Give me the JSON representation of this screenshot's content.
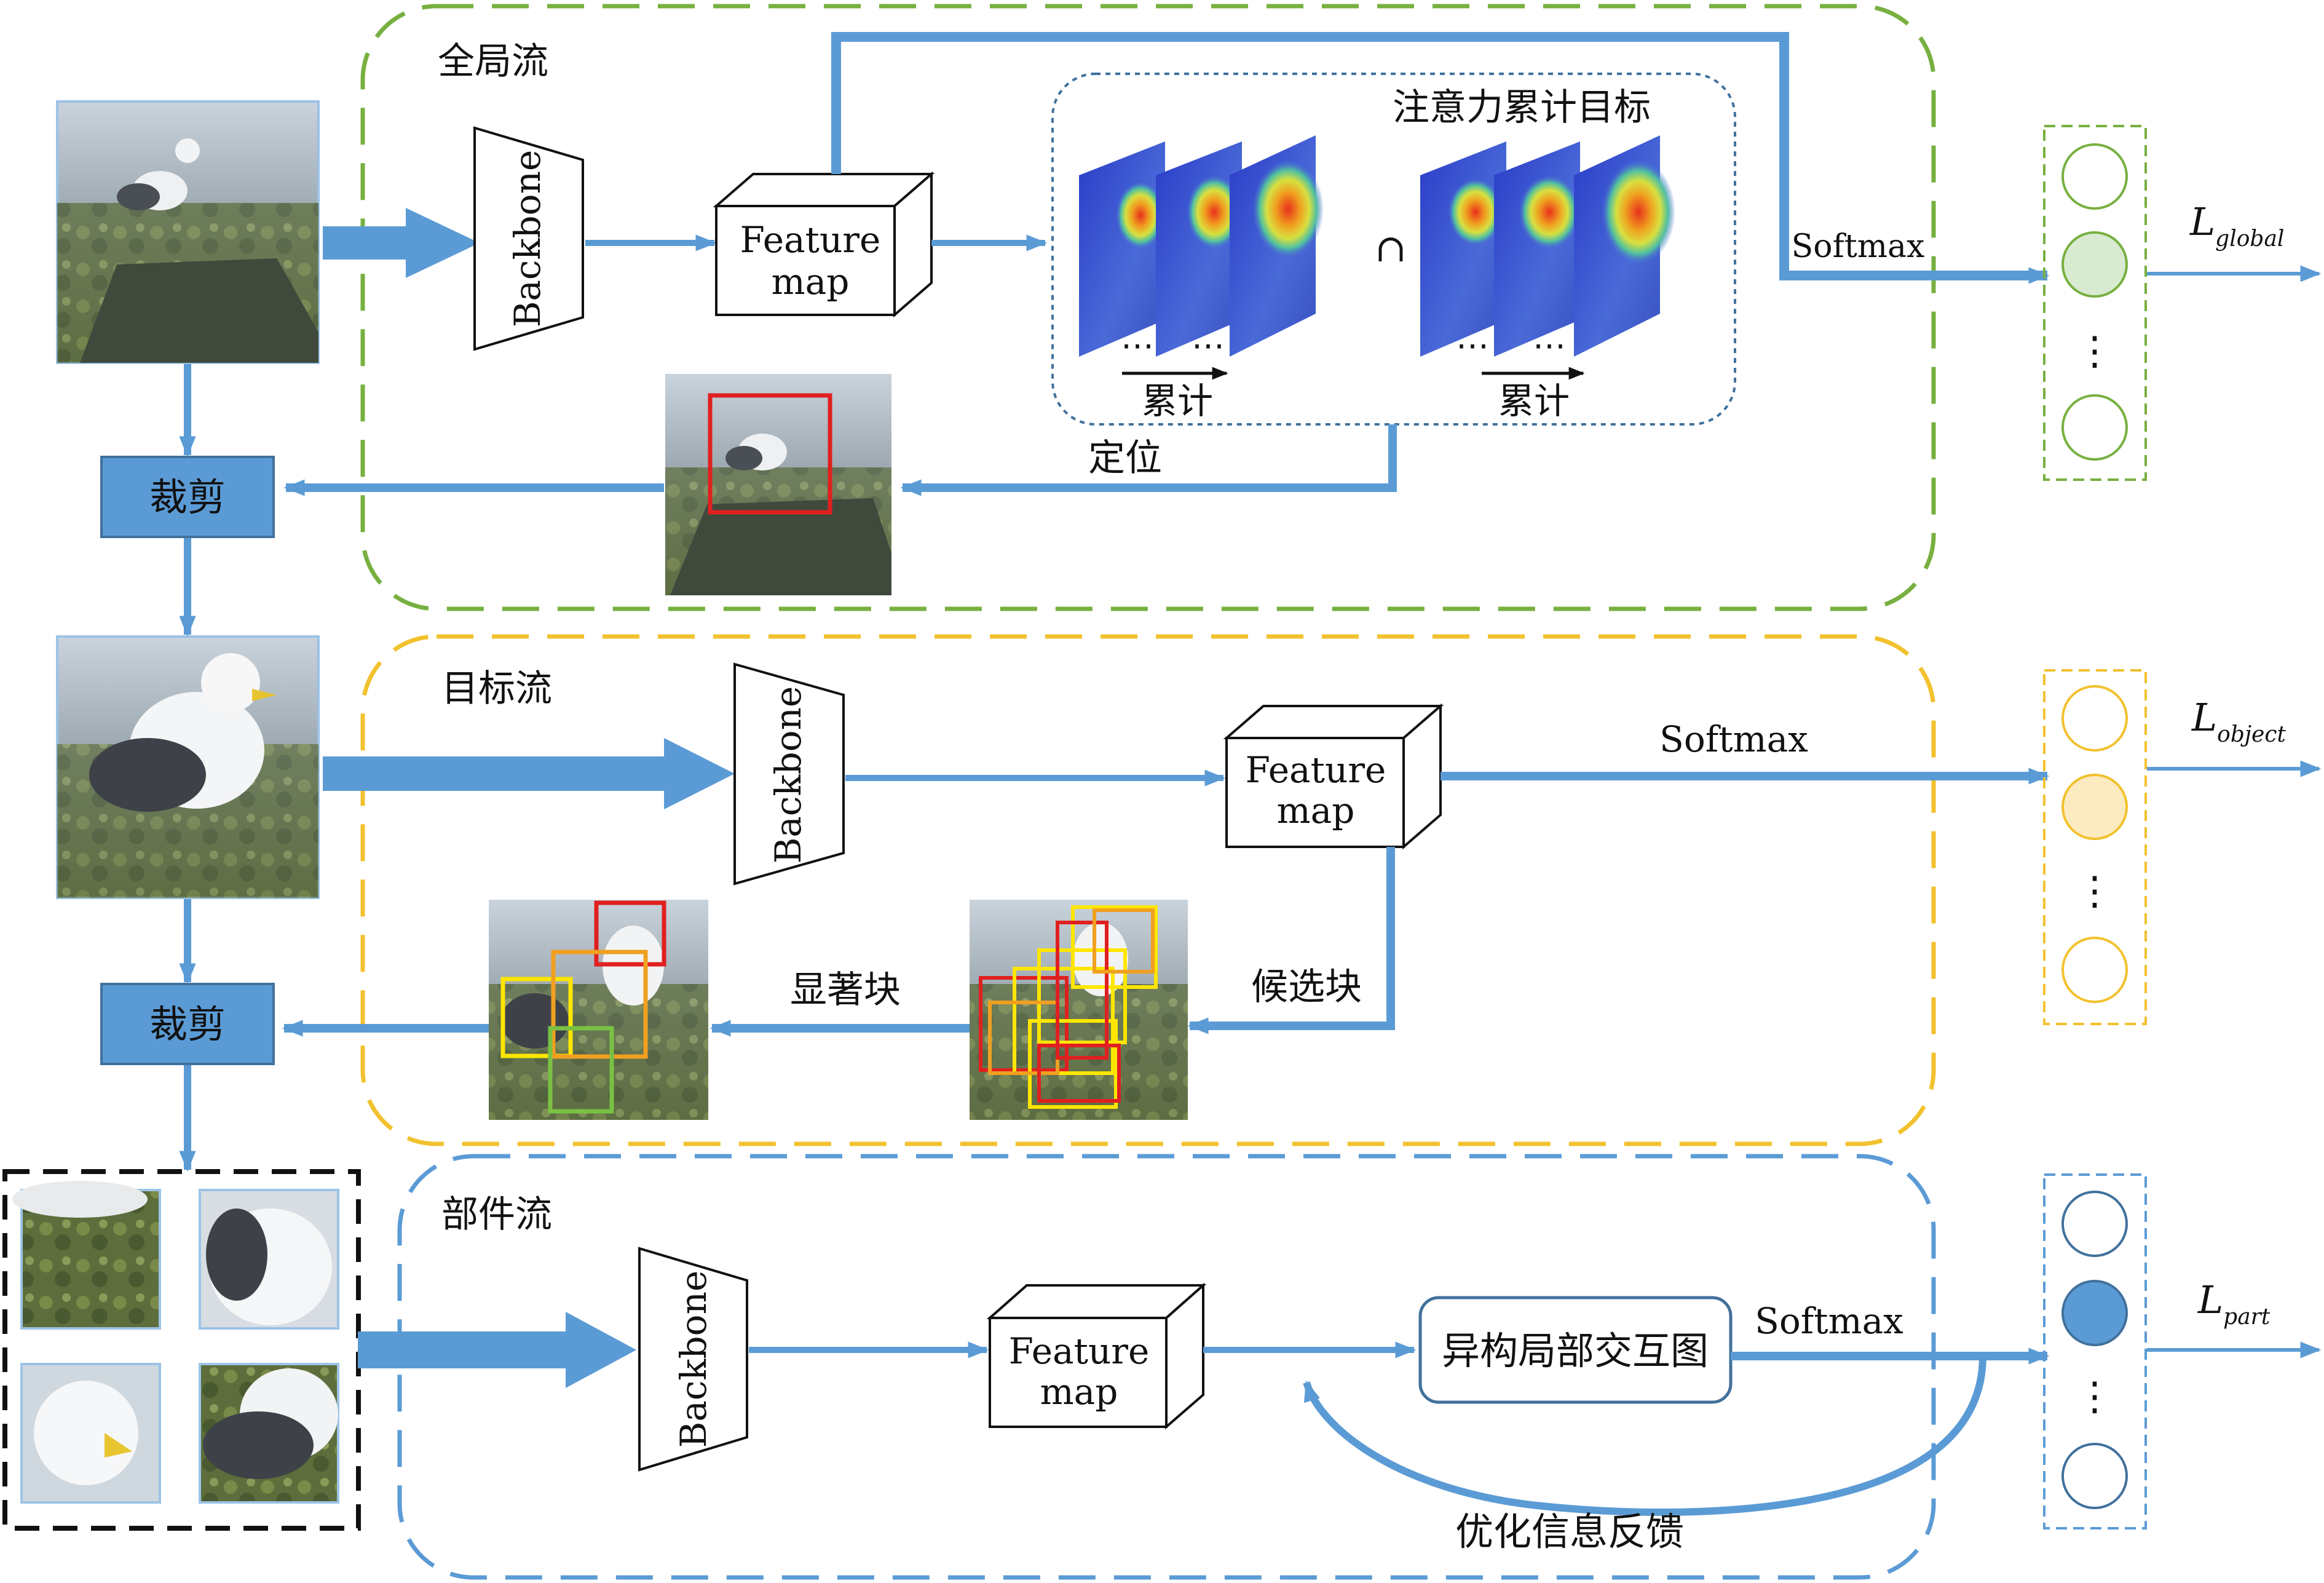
{
  "streams": {
    "global": {
      "title": "全局流",
      "color": "#77b040"
    },
    "object": {
      "title": "目标流",
      "color": "#f2c12e"
    },
    "part": {
      "title": "部件流",
      "color": "#5b9bd5"
    }
  },
  "labels": {
    "backbone": "Backbone",
    "feature_line1": "Feature",
    "feature_line2": "map",
    "softmax": "Softmax",
    "crop": "裁剪",
    "attention_title": "注意力累计目标",
    "accumulate": "累计",
    "intersection": "∩",
    "ellipsis": "⋯",
    "vdots": "⋮",
    "locate": "定位",
    "salient_patches": "显著块",
    "candidate_patches": "候选块",
    "graph_box": "异构局部交互图",
    "feedback": "优化信息反馈"
  },
  "losses": {
    "global": {
      "main": "L",
      "sub": "global"
    },
    "object": {
      "main": "L",
      "sub": "object"
    },
    "part": {
      "main": "L",
      "sub": "part"
    }
  },
  "colors": {
    "arrow": "#5b9bd5",
    "crop_fill": "#5b9bd5",
    "crop_border": "#41719c",
    "box_red": "#e02020",
    "box_yellow": "#ffe600",
    "box_orange": "#f0a020",
    "box_green": "#7ac143"
  }
}
